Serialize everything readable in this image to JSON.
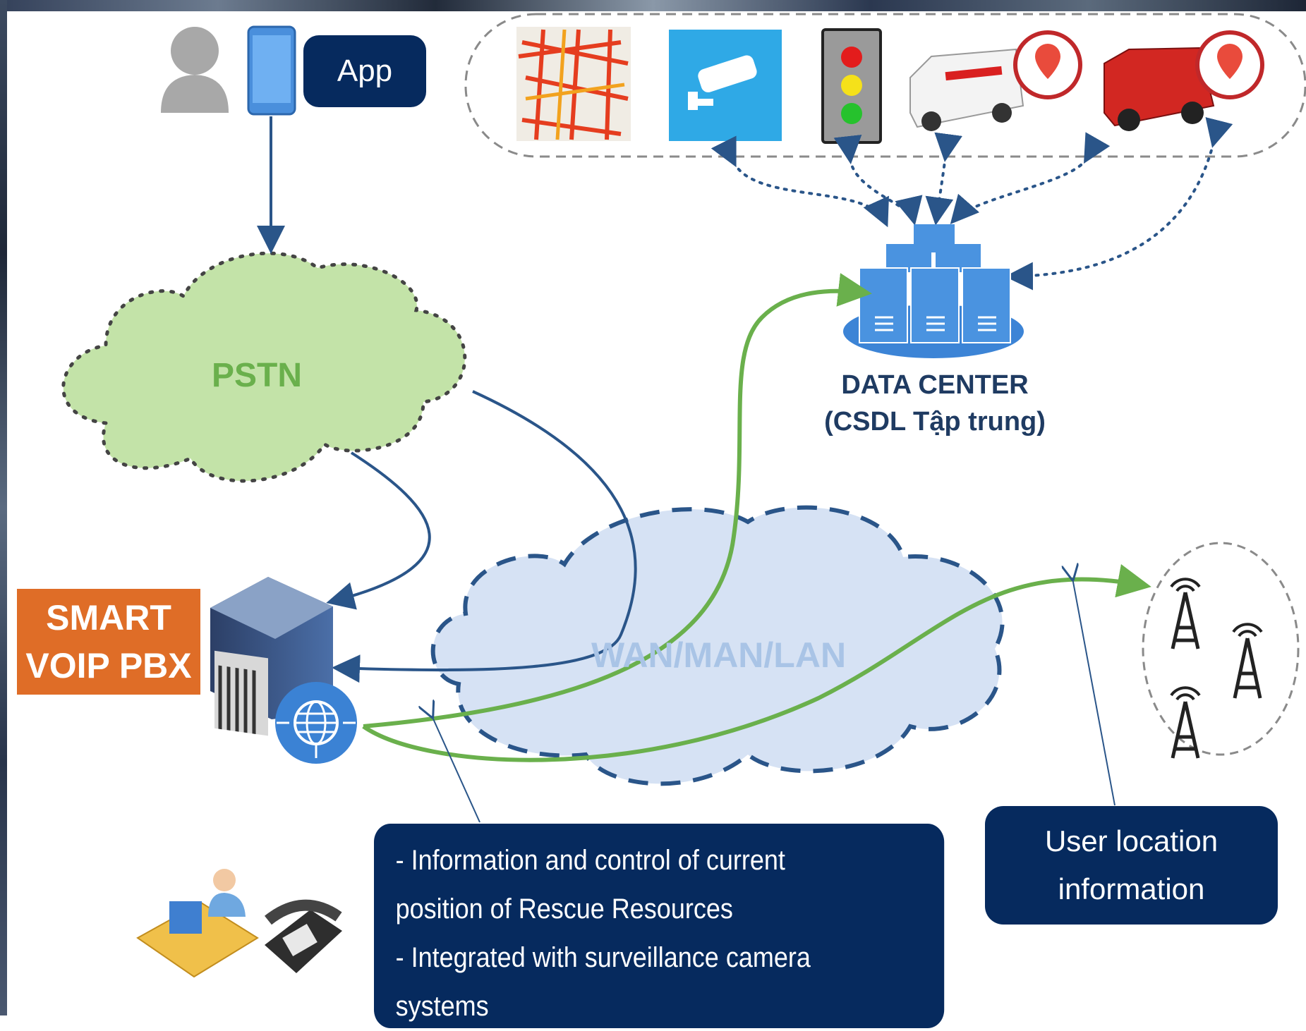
{
  "app_label": "App",
  "pstn_label": "PSTN",
  "wan_label": "WAN/MAN/LAN",
  "pbx": {
    "line1": "SMART",
    "line2": "VOIP PBX"
  },
  "data_center": {
    "line1": "DATA CENTER",
    "line2": "(CSDL Tập trung)"
  },
  "info_box": {
    "line1": "- Information and control of current",
    "line2": "position of Rescue  Resources",
    "line3": "- Integrated with surveillance camera",
    "line4": "systems"
  },
  "location_box": {
    "line1": "User location",
    "line2": "information"
  },
  "icons": [
    "user-icon",
    "phone-icon",
    "traffic-map-icon",
    "camera-icon",
    "traffic-light-icon",
    "ambulance-icon",
    "fire-truck-icon",
    "server-icon",
    "pbx-server-icon",
    "globe-icon",
    "towers-icon",
    "operator-icon",
    "desk-phone-icon"
  ],
  "colors": {
    "dark_box": "#062a5e",
    "pbx_orange": "#df6d27",
    "pstn_green": "#6ab04c",
    "link_green": "#6ab04c",
    "link_blue": "#2a5589",
    "wan_fill": "#d6e2f4"
  }
}
